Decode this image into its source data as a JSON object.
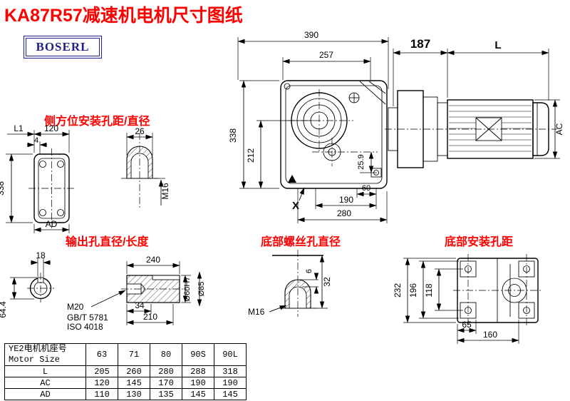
{
  "title": "KA87R57减速机电机尺寸图纸",
  "logo": "BOSERL",
  "sections": {
    "side_mount_label": "侧方位安装孔距/直径",
    "output_label": "输出孔直径/长度",
    "bottom_screw_label": "底部螺丝孔直径",
    "bottom_mount_label": "底部安装孔距"
  },
  "main_view": {
    "width_390": "390",
    "width_257": "257",
    "height_338": "338",
    "height_212": "212",
    "dim_25_9": "25.9",
    "dim_60": "60",
    "dim_190": "190",
    "dim_280": "280",
    "marker_x": "X"
  },
  "motor_view": {
    "dim_187": "187",
    "dim_l": "L",
    "dim_ac": "AC"
  },
  "side_view": {
    "dim_l1": "L1",
    "dim_120": "120",
    "dim_4": "4",
    "dim_338": "338",
    "dim_ad": "AD",
    "dim_26": "26",
    "dim_m16": "M16"
  },
  "output_view": {
    "dim_18": "18",
    "dim_64_4": "64.4",
    "dim_240": "240",
    "thread": "M20",
    "std_gb": "GB/T 5781",
    "std_iso": "ISO 4018",
    "dim_34": "34",
    "dim_210": "210",
    "dia_60": "Ø60H7",
    "dia_85": "Ø85"
  },
  "screw_view": {
    "dim_32": "32",
    "dim_6": "6",
    "thread": "M16"
  },
  "bottom_view": {
    "dim_232": "232",
    "dim_196": "196",
    "dim_118": "118",
    "dim_65": "65",
    "dim_160": "160"
  },
  "table": {
    "header_cn": "YE2电机机座号",
    "header_en": "Motor Size",
    "size_columns": [
      "63",
      "71",
      "80",
      "90S",
      "90L"
    ],
    "rows": [
      {
        "label": "L",
        "values": [
          "205",
          "260",
          "280",
          "288",
          "318"
        ]
      },
      {
        "label": "AC",
        "values": [
          "120",
          "145",
          "170",
          "190",
          "190"
        ]
      },
      {
        "label": "AD",
        "values": [
          "110",
          "130",
          "135",
          "145",
          "145"
        ]
      }
    ]
  },
  "colors": {
    "accent_red": "#ff0000",
    "logo_blue": "#20208a",
    "line_black": "#000000"
  }
}
